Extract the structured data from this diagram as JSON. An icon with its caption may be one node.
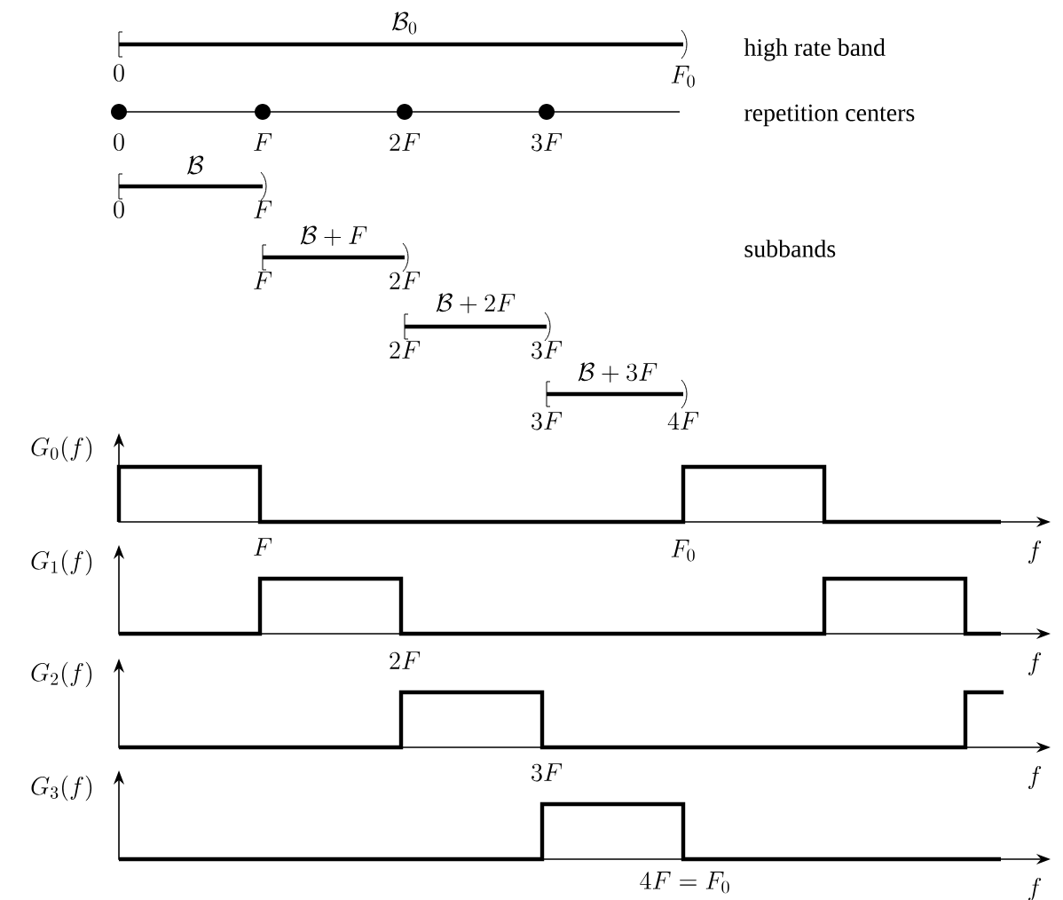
{
  "diagram": {
    "labels": [
      "\\mathcal{B}_0",
      "high rate band",
      "0",
      "F_0",
      "repetition centers",
      "0",
      "F",
      "2F",
      "3F",
      "\\mathcal{B}",
      "0",
      "F",
      "subbands",
      "\\mathcal{B}+F",
      "F",
      "2F",
      "\\mathcal{B}+2F",
      "2F",
      "3F",
      "\\mathcal{B}+3F",
      "3F",
      "4F",
      "G_0(f)",
      "F",
      "F_0",
      "f",
      "G_1(f)",
      "2F",
      "f",
      "G_2(f)",
      "3F",
      "f",
      "G_3(f)",
      "4F=F_0",
      "f"
    ]
  }
}
